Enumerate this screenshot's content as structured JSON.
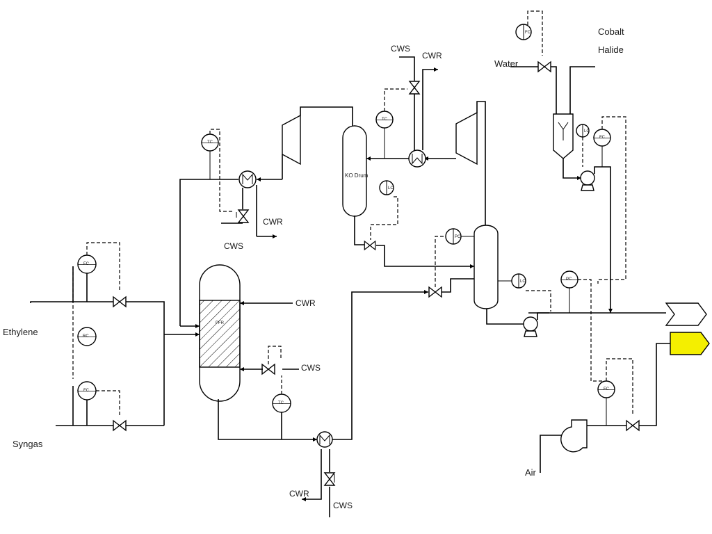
{
  "streams": {
    "ethylene": "Ethylene",
    "syngas": "Syngas",
    "water": "Water",
    "cobalt_line1": "Cobalt",
    "cobalt_line2": "Halide",
    "air": "Air",
    "cws": "CWS",
    "cwr": "CWR"
  },
  "equipment": {
    "ko_drum": "KO Drum",
    "reactor": "PFR"
  },
  "colors": {
    "line": "#000000",
    "product_arrow_fill": "#ffffff",
    "air_outlet_fill": "#f4ef00",
    "background": "#ffffff"
  },
  "icons": {
    "valve": "bowtie-valve-icon",
    "pump": "centrifugal-pump-icon",
    "compressor": "compressor-icon",
    "exchanger": "heat-exchanger-icon",
    "controller": "instrument-bubble-icon"
  }
}
